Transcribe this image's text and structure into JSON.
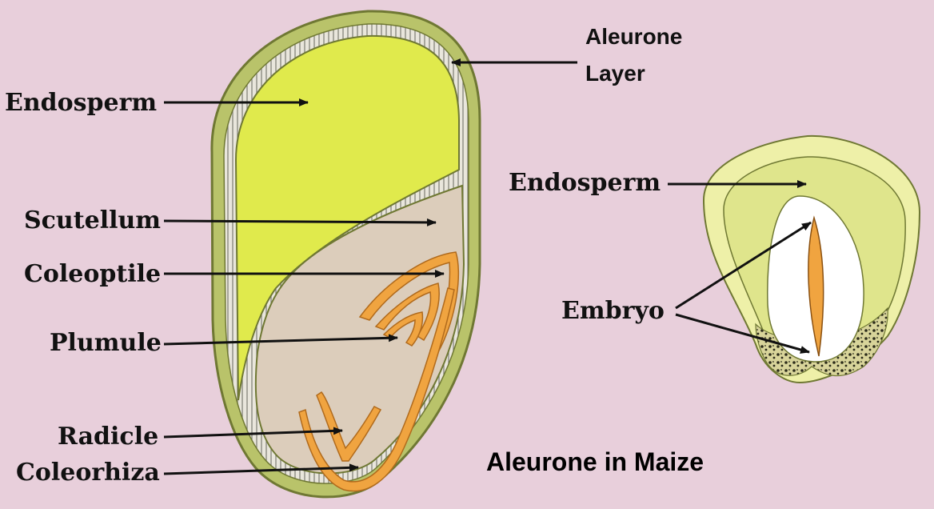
{
  "title": "Aleurone in Maize",
  "colors": {
    "background": "#e8cfdb",
    "endosperm": "#e0ea4c",
    "embryo_region": "#dccdbb",
    "pericarp": "#b9c36a",
    "outline": "#6f7833",
    "embryo_parts": "#f0a440",
    "small_seed_outer": "#eef0a8",
    "small_seed_inner": "#dfe58c"
  },
  "large_seed_labels": {
    "aleurone_line1": "Aleurone",
    "aleurone_line2": "Layer",
    "endosperm": "Endosperm",
    "scutellum": "Scutellum",
    "coleoptile": "Coleoptile",
    "plumule": "Plumule",
    "radicle": "Radicle",
    "coleorhiza": "Coleorhiza"
  },
  "small_seed_labels": {
    "endosperm": "Endosperm",
    "embryo": "Embryo"
  }
}
